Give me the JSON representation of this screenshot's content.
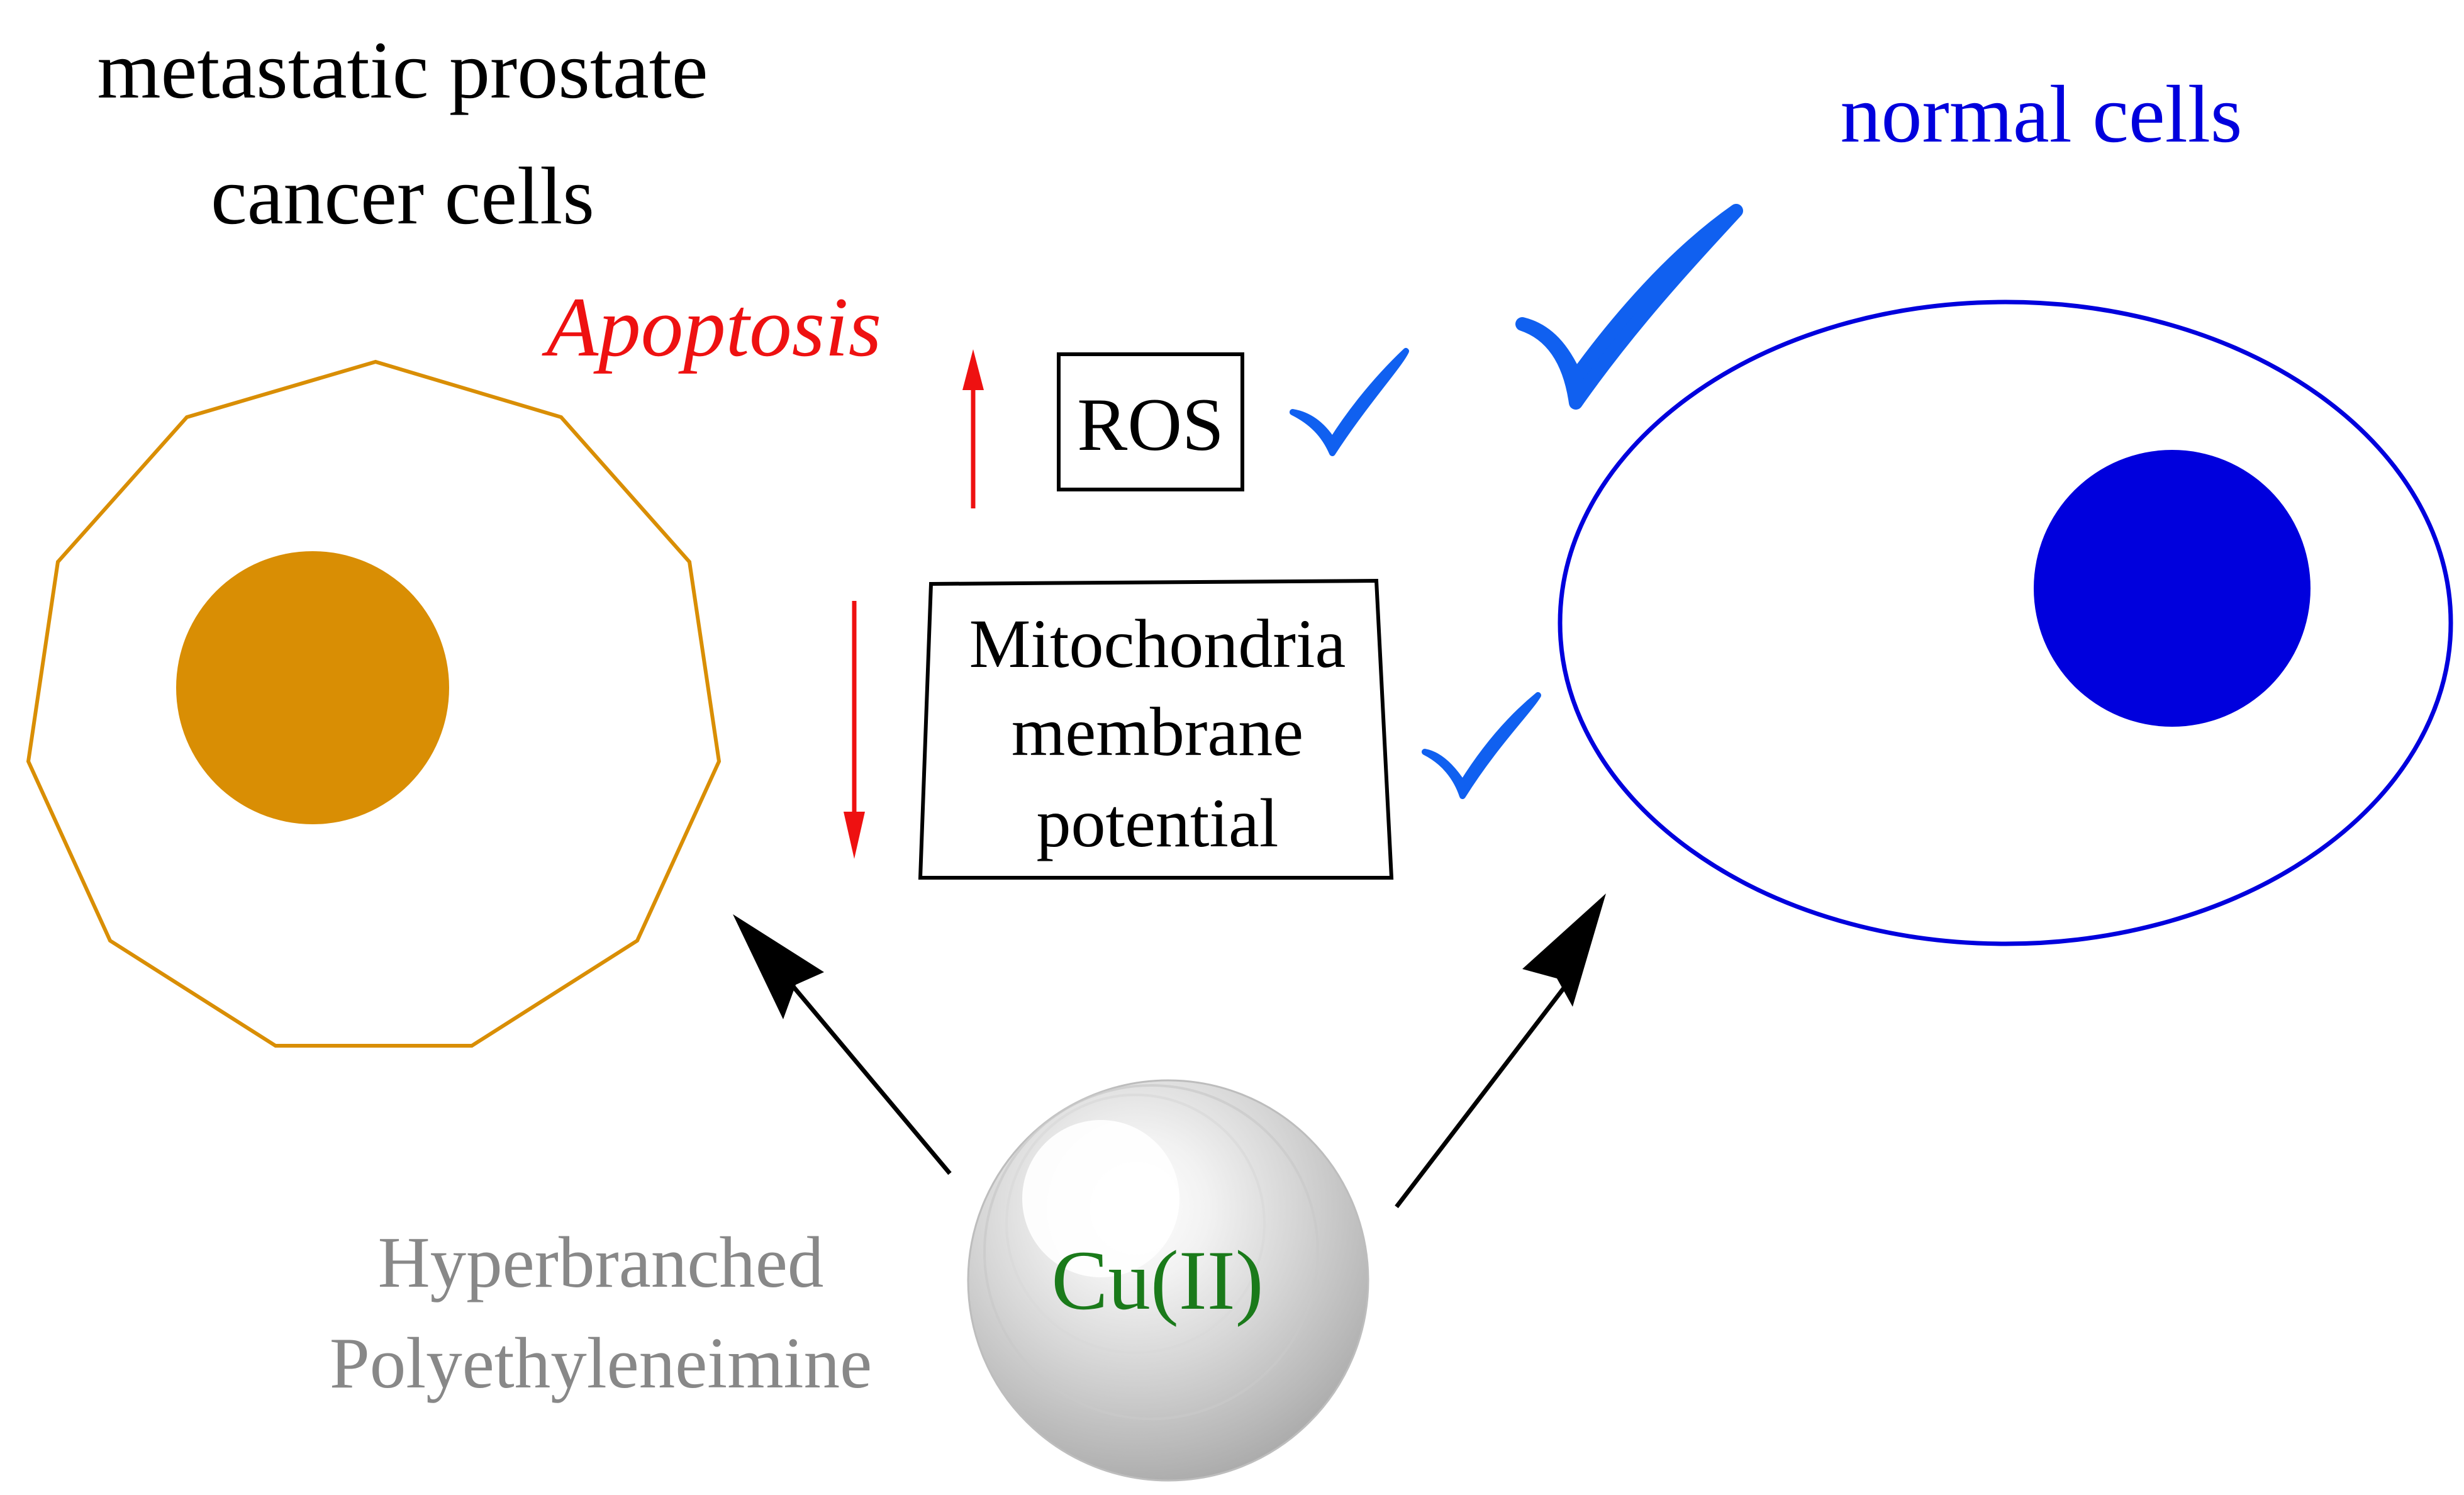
{
  "labels": {
    "cancer_title_line1": "metastatic prostate",
    "cancer_title_line2": "cancer cells",
    "normal_title": "normal cells",
    "apoptosis": "Apoptosis",
    "ros": "ROS",
    "mito_line1": "Mitochondria",
    "mito_line2": "membrane",
    "mito_line3": "potential",
    "polymer_line1": "Hyperbranched",
    "polymer_line2": "Polyethyleneimine",
    "copper": "Cu(II)"
  },
  "colors": {
    "cancer_cell": "#D98E04",
    "normal_cell": "#0000DD",
    "check": "#1060F0",
    "indicator_arrow": "#EE1111",
    "apoptosis_text": "#EE1111",
    "normal_title": "#0000DD",
    "polymer_text": "#888888",
    "copper_text": "#1A7A1A",
    "pointer_arrow": "#000000"
  },
  "icons": {
    "check_large": "check-icon",
    "check_ros": "check-icon",
    "check_mito": "check-icon"
  }
}
